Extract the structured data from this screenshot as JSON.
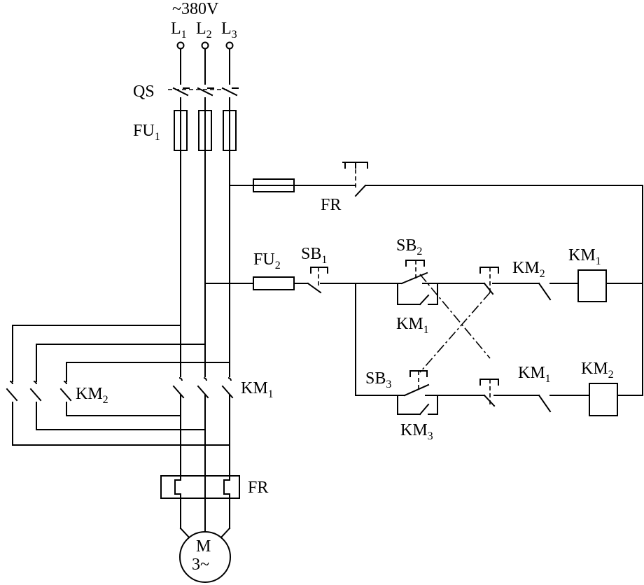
{
  "supply": {
    "voltage": "~380V",
    "phases": [
      {
        "main": "L",
        "sub": "1"
      },
      {
        "main": "L",
        "sub": "2"
      },
      {
        "main": "L",
        "sub": "3"
      }
    ]
  },
  "labels": {
    "qs": {
      "main": "QS",
      "sub": ""
    },
    "fu1": {
      "main": "FU",
      "sub": "1"
    },
    "fu2": {
      "main": "FU",
      "sub": "2"
    },
    "fr_ctrl": {
      "main": "FR",
      "sub": ""
    },
    "fr_main": {
      "main": "FR",
      "sub": ""
    },
    "sb1": {
      "main": "SB",
      "sub": "1"
    },
    "sb2": {
      "main": "SB",
      "sub": "2"
    },
    "sb3": {
      "main": "SB",
      "sub": "3"
    },
    "km1_aux_hold": {
      "main": "KM",
      "sub": "1"
    },
    "km3_aux_hold": {
      "main": "KM",
      "sub": "3"
    },
    "km2_interlock": {
      "main": "KM",
      "sub": "2"
    },
    "km1_interlock": {
      "main": "KM",
      "sub": "1"
    },
    "km1_coil": {
      "main": "KM",
      "sub": "1"
    },
    "km2_coil": {
      "main": "KM",
      "sub": "2"
    },
    "km1_main": {
      "main": "KM",
      "sub": "1"
    },
    "km2_main": {
      "main": "KM",
      "sub": "2"
    },
    "motor_top": "M",
    "motor_bottom": "3~"
  }
}
